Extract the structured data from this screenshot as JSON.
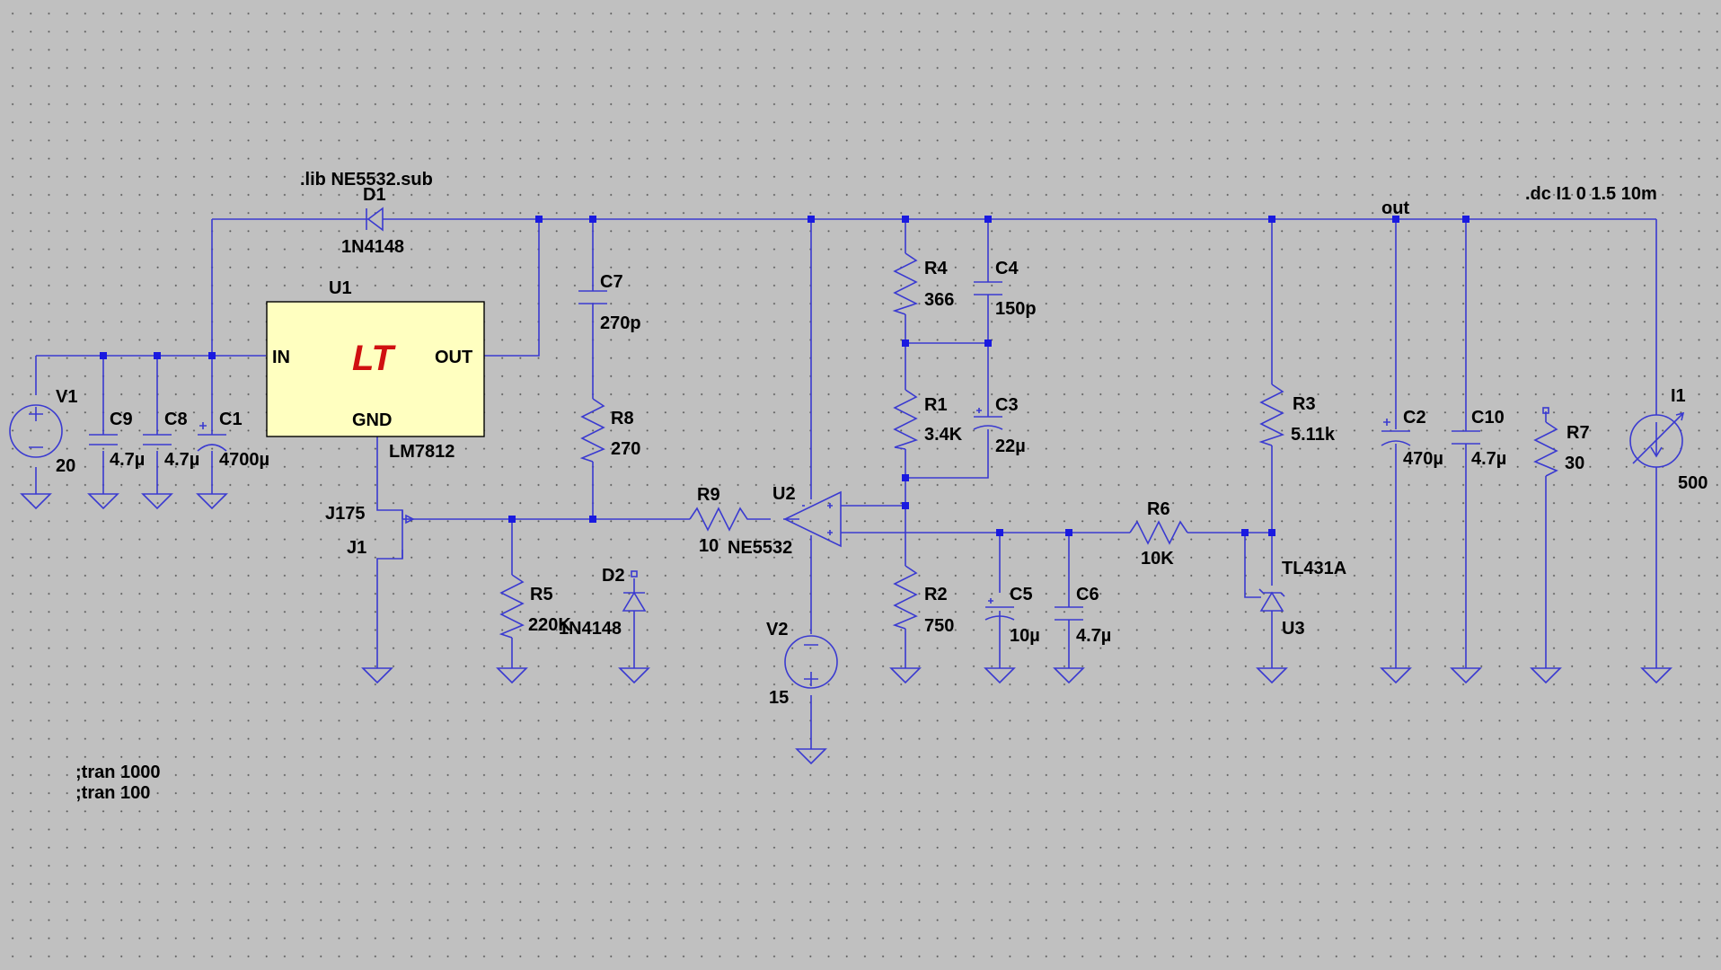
{
  "directives": {
    "lib": ".lib NE5532.sub",
    "dc": ".dc I1 0 1.5 10m",
    "tran1": ";tran 1000",
    "tran2": ";tran 100"
  },
  "nets": {
    "out": "out"
  },
  "components": {
    "D1": {
      "ref": "D1",
      "value": "1N4148"
    },
    "D2": {
      "ref": "D2",
      "value": "1N4148"
    },
    "U1": {
      "ref": "U1",
      "part": "LM7812",
      "pin_in": "IN",
      "pin_out": "OUT",
      "pin_gnd": "GND",
      "logo": "LT"
    },
    "U2": {
      "ref": "U2",
      "part": "NE5532"
    },
    "U3": {
      "ref": "U3",
      "part": "TL431A"
    },
    "J1": {
      "ref": "J1",
      "part": "J175"
    },
    "V1": {
      "ref": "V1",
      "value": "20"
    },
    "V2": {
      "ref": "V2",
      "value": "15"
    },
    "I1": {
      "ref": "I1",
      "value": "500"
    },
    "C1": {
      "ref": "C1",
      "value": "4700µ"
    },
    "C2": {
      "ref": "C2",
      "value": "470µ"
    },
    "C3": {
      "ref": "C3",
      "value": "22µ"
    },
    "C4": {
      "ref": "C4",
      "value": "150p"
    },
    "C5": {
      "ref": "C5",
      "value": "10µ"
    },
    "C6": {
      "ref": "C6",
      "value": "4.7µ"
    },
    "C7": {
      "ref": "C7",
      "value": "270p"
    },
    "C8": {
      "ref": "C8",
      "value": "4.7µ"
    },
    "C9": {
      "ref": "C9",
      "value": "4.7µ"
    },
    "C10": {
      "ref": "C10",
      "value": "4.7µ"
    },
    "R1": {
      "ref": "R1",
      "value": "3.4K"
    },
    "R2": {
      "ref": "R2",
      "value": "750"
    },
    "R3": {
      "ref": "R3",
      "value": "5.11k"
    },
    "R4": {
      "ref": "R4",
      "value": "366"
    },
    "R5": {
      "ref": "R5",
      "value": "220K"
    },
    "R6": {
      "ref": "R6",
      "value": "10K"
    },
    "R7": {
      "ref": "R7",
      "value": "30"
    },
    "R8": {
      "ref": "R8",
      "value": "270"
    },
    "R9": {
      "ref": "R9",
      "value": "10"
    }
  },
  "colors": {
    "background": "#c0c0c0",
    "grid_dot": "#5a5a5a",
    "wire": "#3a3ad0",
    "junction": "#1a1ae0",
    "regulator_fill": "#ffffc0",
    "logo": "#d01010",
    "text": "#000000"
  }
}
